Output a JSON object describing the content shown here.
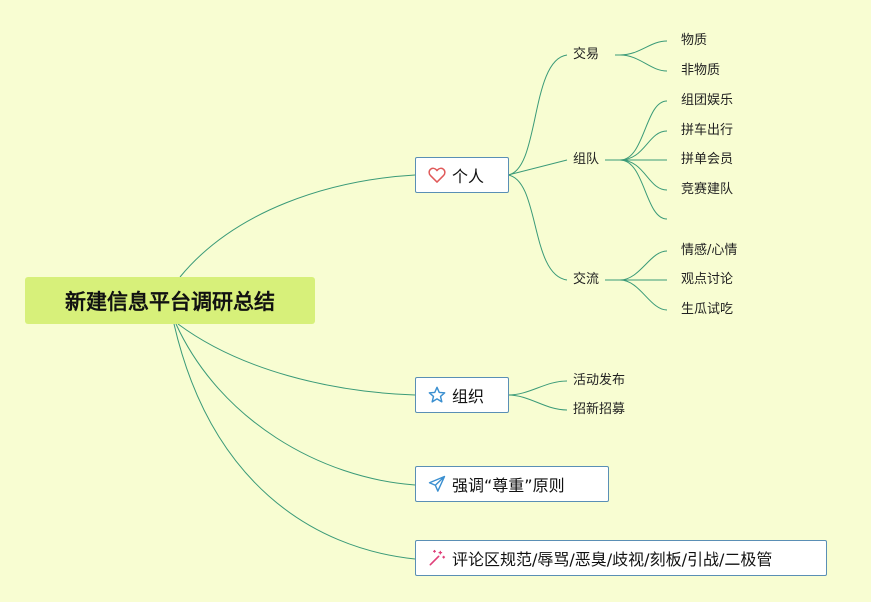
{
  "root": {
    "title": "新建信息平台调研总结"
  },
  "branches": [
    {
      "label": "个人",
      "icon": "heart-icon",
      "children": [
        {
          "label": "交易",
          "children": [
            "物质",
            "非物质"
          ]
        },
        {
          "label": "组队",
          "children": [
            "组团娱乐",
            "拼车出行",
            "拼单会员",
            "竞赛建队",
            ""
          ]
        },
        {
          "label": "交流",
          "children": [
            "情感/心情",
            "观点讨论",
            "生瓜试吃"
          ]
        }
      ]
    },
    {
      "label": "组织",
      "icon": "star-icon",
      "children": [
        {
          "label": "活动发布",
          "children": []
        },
        {
          "label": "招新招募",
          "children": []
        }
      ]
    },
    {
      "label": "强调“尊重”原则",
      "icon": "paper-plane-icon",
      "children": []
    },
    {
      "label": "评论区规范/辱骂/恶臭/歧视/刻板/引战/二极管",
      "icon": "magic-wand-icon",
      "children": []
    }
  ],
  "colors": {
    "background": "#f8fdd2",
    "root_fill": "#d7f07a",
    "line": "#3a9a78",
    "node_border": "#5a8fb5",
    "heart": "#e05a5a",
    "star": "#3a8fd0",
    "plane": "#3a8fd0",
    "wand": "#e0407a"
  }
}
